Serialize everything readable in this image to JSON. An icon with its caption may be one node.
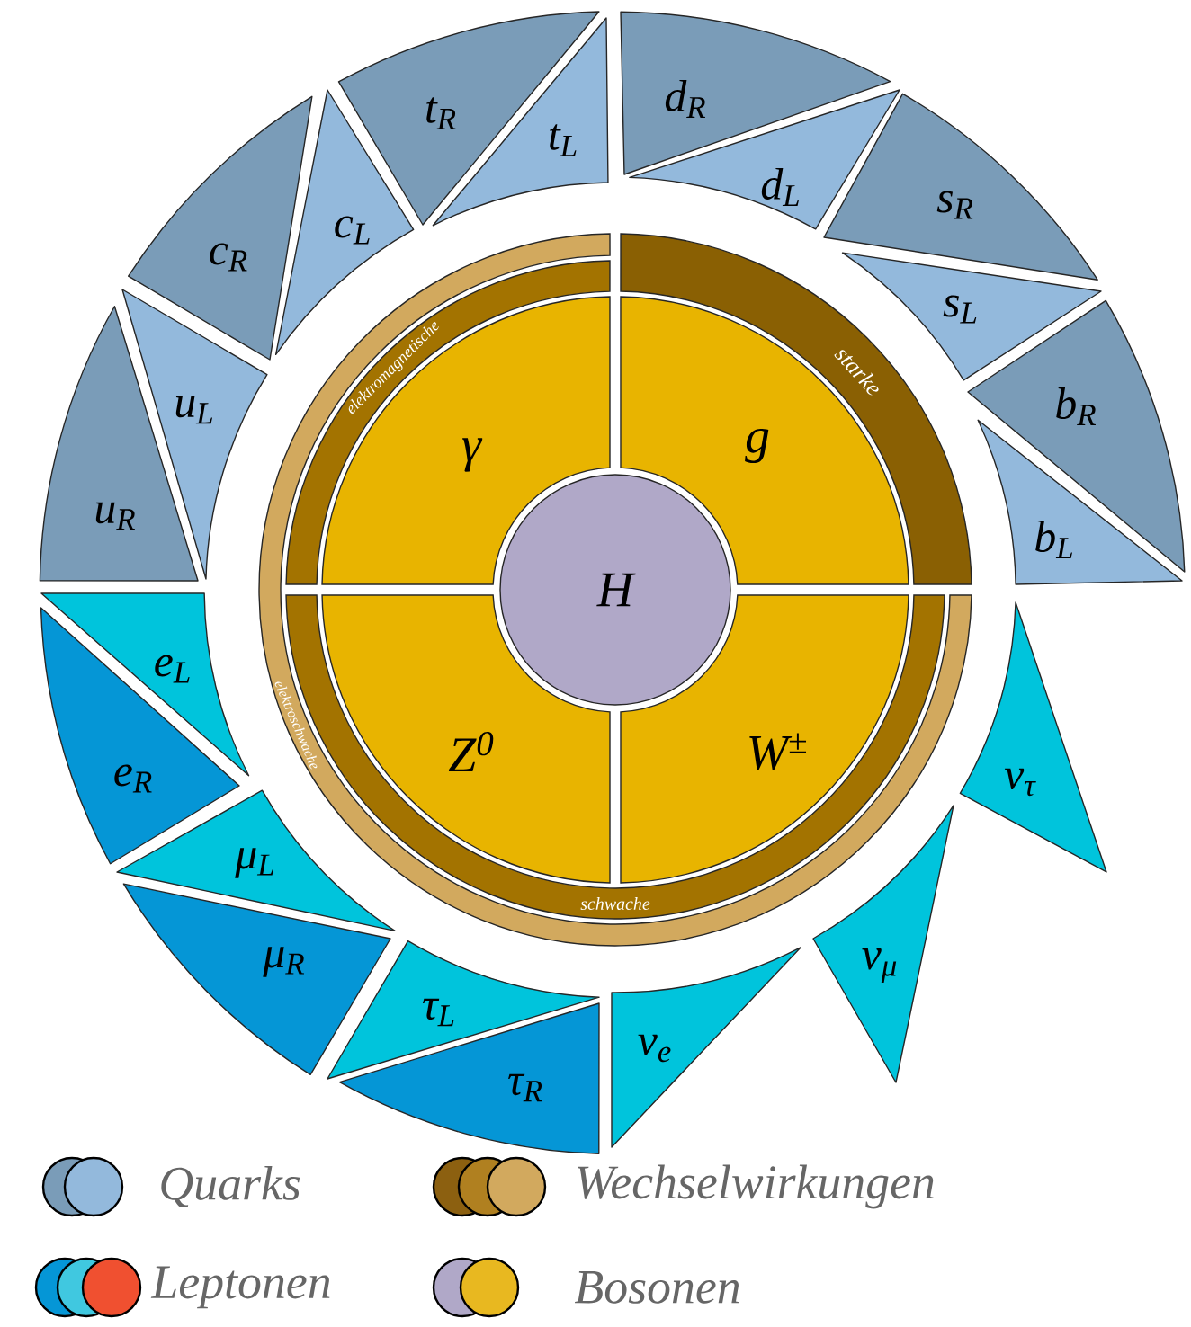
{
  "diagram": {
    "nodes": [
      {
        "text": [
          "u$_{R}$"
        ]
      },
      {
        "text": [
          "u$_{L}$"
        ]
      },
      {
        "text": [
          "c$_{R}$"
        ]
      },
      {
        "text": [
          "c$_{L}$"
        ]
      },
      {
        "text": [
          "t$_{R}$"
        ]
      },
      {
        "text": [
          "t$_{L}$"
        ]
      },
      {
        "text": [
          "d$_{R}$"
        ]
      },
      {
        "text": [
          "d$_{L}$"
        ]
      },
      {
        "text": [
          "s$_{R}$"
        ]
      },
      {
        "text": [
          "s$_{L}$"
        ]
      },
      {
        "text": [
          "b$_{R}$"
        ]
      },
      {
        "text": [
          "b$_{L}$"
        ]
      },
      {
        "text": [
          "e$_{L}$"
        ]
      },
      {
        "text": [
          "e$_{R}$"
        ]
      },
      {
        "text": [
          "μ$_{L}$"
        ]
      },
      {
        "text": [
          "μ$_{R}$"
        ]
      },
      {
        "text": [
          "τ$_{L}$"
        ]
      },
      {
        "text": [
          "τ$_{R}$"
        ]
      },
      {
        "text": [
          "ν$_{e}$"
        ]
      },
      {
        "text": [
          "ν$_{μ}$"
        ]
      },
      {
        "text": [
          "ν$_{τ}$"
        ]
      },
      {
        "text": [
          "elektromagnetische"
        ]
      },
      {
        "text": [
          "starke"
        ]
      },
      {
        "text": [
          "elektroschwache"
        ]
      },
      {
        "text": [
          "schwache"
        ]
      },
      {
        "text": [
          "H"
        ]
      },
      {
        "text": [
          "γ"
        ]
      },
      {
        "text": [
          "g"
        ]
      },
      {
        "text": [
          "Z$^{0}$"
        ]
      },
      {
        "text": [
          "W$^{±}$"
        ]
      }
    ],
    "legend": [
      {
        "text": "Quarks"
      },
      {
        "text": "Wechselwirkungen"
      },
      {
        "text": "Leptonen"
      },
      {
        "text": "Bosonen"
      }
    ]
  }
}
